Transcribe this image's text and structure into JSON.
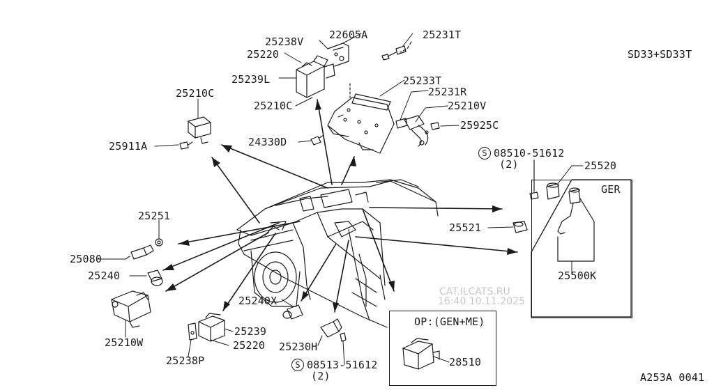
{
  "header": {
    "model": "SD33+SD33T"
  },
  "footer": {
    "code": "A253A 0041"
  },
  "watermark": {
    "site": "CAT.ILCATS.RU",
    "stamp": "16:40 10.11.2025"
  },
  "parts": {
    "p25238V": "25238V",
    "p22605A": "22605A",
    "p25231T": "25231T",
    "p25220_top": "25220",
    "p25239L": "25239L",
    "p25233T": "25233T",
    "p25231R": "25231R",
    "p25210C_top": "25210C",
    "p25210V": "25210V",
    "p25925C": "25925C",
    "p25210C_left": "25210C",
    "p25911A": "25911A",
    "p24330D": "24330D",
    "p08510": "08510-51612",
    "p08510_qty": "(2)",
    "p25520": "25520",
    "p25251": "25251",
    "p25521": "25521",
    "p25080": "25080",
    "p25240": "25240",
    "p25500K": "25500K",
    "p25240X": "25240X",
    "p25239": "25239",
    "p25210W": "25210W",
    "p25220_bot": "25220",
    "p25230H": "25230H",
    "p25238P": "25238P",
    "p08513": "08513-51612",
    "p08513_qty": "(2)",
    "p28510": "28510"
  },
  "boxes": {
    "ger": "GER",
    "option": "OP:(GEN+ME)"
  },
  "symbols": {
    "standard_part": "S"
  }
}
